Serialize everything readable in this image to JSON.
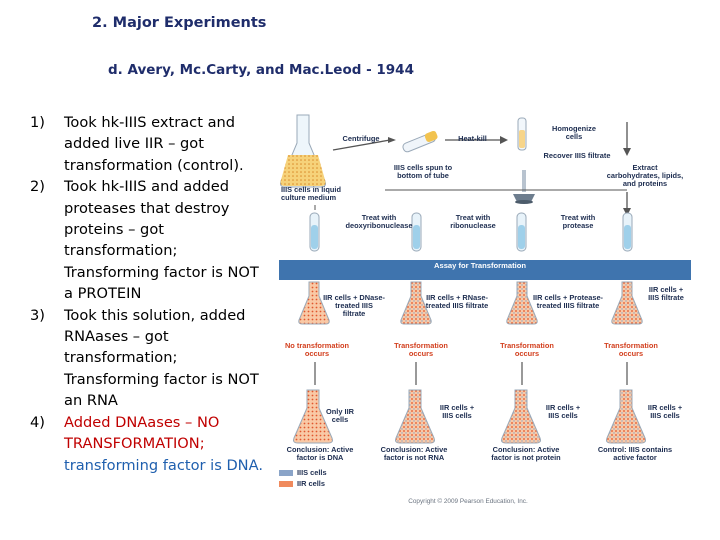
{
  "header": {
    "title": "2. Major Experiments",
    "subtitle": "d. Avery, Mc.Carty, and Mac.Leod - 1944"
  },
  "steps": [
    {
      "num": "1)",
      "text": "Took hk-IIIS extract and added live IIR – got transformation (control)."
    },
    {
      "num": "2)",
      "text": "Took hk-IIIS and added proteases that destroy proteins – got transformation; Transforming factor is NOT a PROTEIN"
    },
    {
      "num": "3)",
      "text": "Took this solution, added RNAases – got transformation; Transforming factor is NOT an RNA"
    },
    {
      "num": "4)",
      "text_a": "Added DNAases – NO TRANSFORMATION; ",
      "text_b": "transforming factor is DNA."
    }
  ],
  "figure": {
    "centrifuge": "Centrifuge",
    "heat_kill": "Heat-kill",
    "homogenize": "Homogenize cells",
    "recover": "Recover IIIS filtrate",
    "extract": "Extract carbohydrates, lipids, and proteins",
    "spun": "IIIS cells spun to bottom of tube",
    "culture": "IIIS cells in liquid culture medium",
    "treat_dnase": "Treat with deoxyribonuclease",
    "treat_rnase": "Treat with ribonuclease",
    "treat_protease": "Treat with protease",
    "assay": "Assay for Transformation",
    "mix_dnase": "IIR cells + DNase-treated IIIS filtrate",
    "mix_rnase": "IIR cells + RNase-treated IIIS filtrate",
    "mix_protease": "IIR cells + Protease-treated IIIS filtrate",
    "mix_control": "IIR cells + IIIS filtrate",
    "no_transformation": "No transformation occurs",
    "transformation": "Transformation occurs",
    "only_iir": "Only IIR cells",
    "iir_iiis": "IIR cells + IIIS cells",
    "concl_dna": "Conclusion: Active factor is DNA",
    "concl_rna": "Conclusion: Active factor is not RNA",
    "concl_protein": "Conclusion: Active factor is not protein",
    "concl_control": "Control: IIIS contains active factor",
    "legend_iiis": "IIIS cells",
    "legend_iir": "IIR cells",
    "copyright": "Copyright © 2009 Pearson Education, Inc."
  },
  "colors": {
    "heading": "#1f2d6b",
    "accent_text": "#1f5fae",
    "band": "#3f74ae",
    "liquid": "#9fd0ea",
    "flask_culture": "#f2c34f",
    "cells_iir": "#f08a5d",
    "cells_iiis": "#8aa4c8",
    "result_red": "#d3401f"
  }
}
